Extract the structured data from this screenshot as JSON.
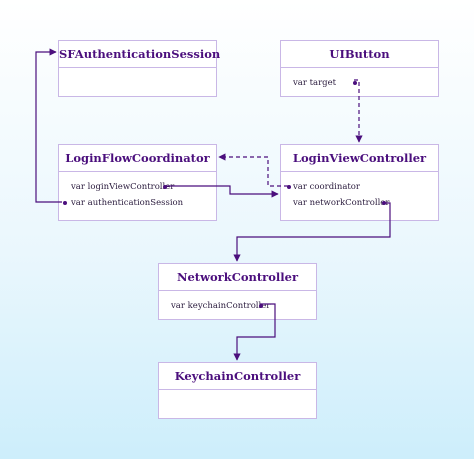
{
  "boxes": {
    "sf_auth": {
      "title": "SFAuthenticationSession"
    },
    "uibutton": {
      "title": "UIButton",
      "props": [
        "var target"
      ]
    },
    "login_flow": {
      "title": "LoginFlowCoordinator",
      "props": [
        "var loginViewController",
        "var authenticationSession"
      ]
    },
    "login_vc": {
      "title": "LoginViewController",
      "props": [
        "var coordinator",
        "var networkController"
      ]
    },
    "network": {
      "title": "NetworkController",
      "props": [
        "var keychainController"
      ]
    },
    "keychain": {
      "title": "KeychainController"
    }
  },
  "colors": {
    "box_border": "#c9b7e6",
    "title_text": "#4b0f7d",
    "connector": "#4b0f7d"
  }
}
